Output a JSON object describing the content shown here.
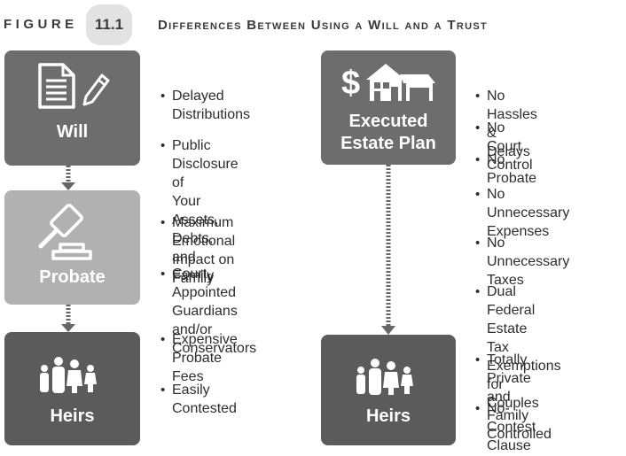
{
  "header": {
    "figure_label": "Figure",
    "figure_number": "11.1",
    "title": "Differences Between Using a Will and a Trust"
  },
  "will_path": {
    "boxes": {
      "will": "Will",
      "probate": "Probate",
      "heirs": "Heirs"
    },
    "bullets": [
      "Delayed\nDistributions",
      "Public Disclosure of\nYour Assets, Debts,\nand Family",
      "Maximum Emotional\nImpact on Family",
      "Court-Appointed\nGuardians and/or\nConservators",
      "Expensive Probate\nFees",
      "Easily\nContested"
    ]
  },
  "trust_path": {
    "boxes": {
      "estate_plan": "Executed\nEstate Plan",
      "heirs": "Heirs"
    },
    "bullets": [
      "No Hassles & Delays",
      "No Court Control",
      "No Probate",
      "No Unnecessary\nExpenses",
      "No Unnecessary\nTaxes",
      "Dual Federal Estate\nTax Exemptions for\nCouples",
      "Totally Private and\nFamily Controlled",
      "No-Contest Clause"
    ]
  },
  "icons": {
    "will": "document-pencil-icon",
    "probate": "gavel-icon",
    "heirs": "family-icon",
    "estate_plan": "dollar-house-icon"
  },
  "colors": {
    "box_dark": "#6d6d6d",
    "box_light": "#b1b1b1",
    "box_darkest": "#5b5b5b",
    "figure_badge": "#e2e2e2"
  }
}
